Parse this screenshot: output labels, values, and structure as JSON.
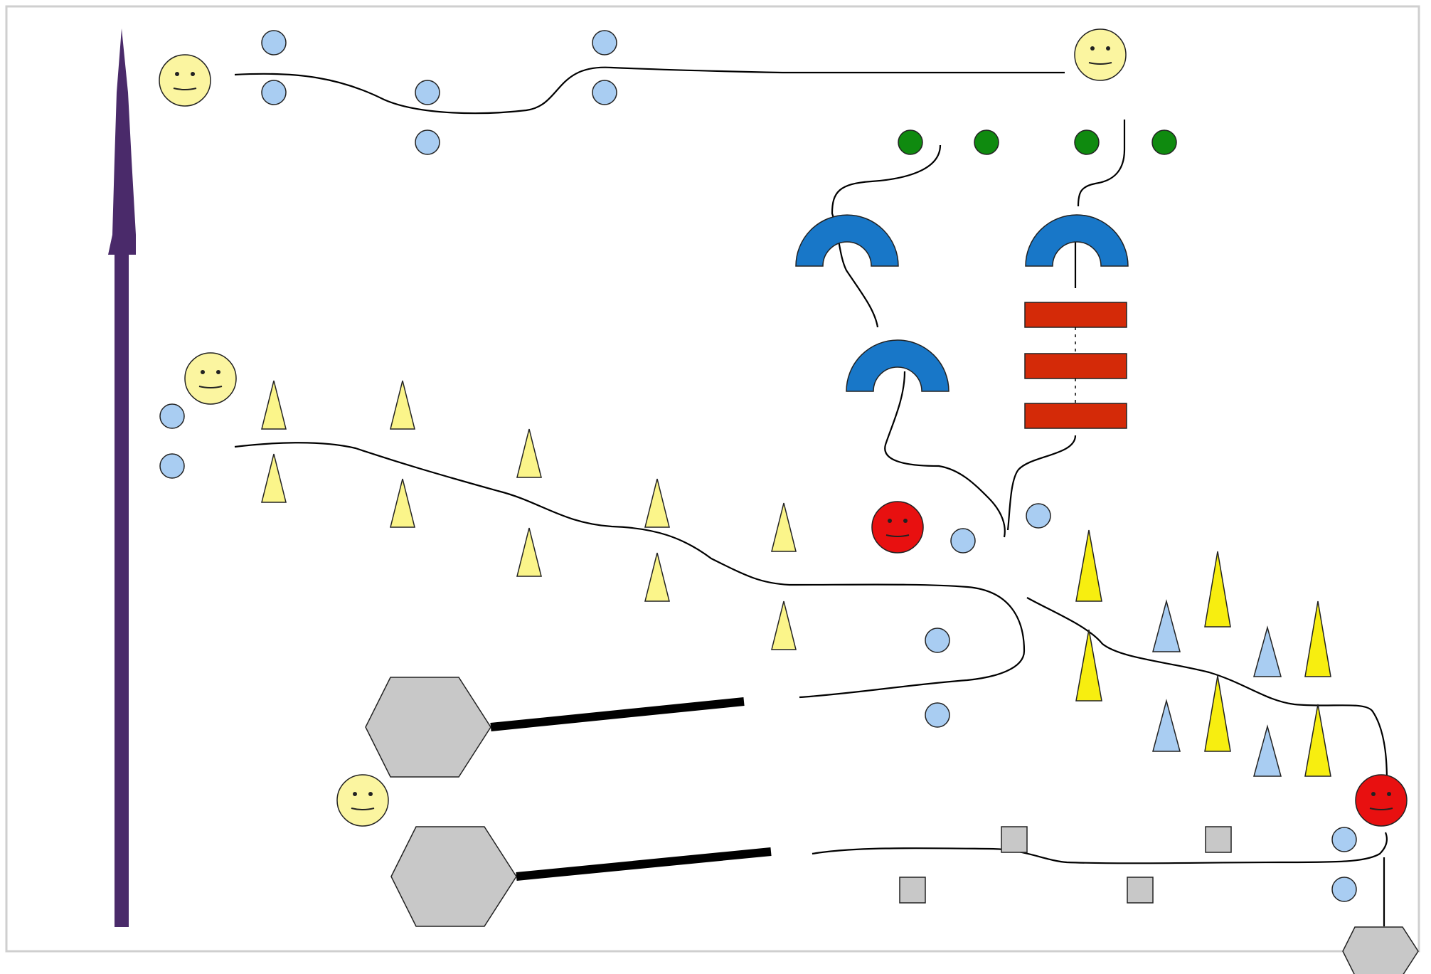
{
  "diagram": {
    "title": "",
    "colors": {
      "background": "#ffffff",
      "frame": "#cfcfcf",
      "smiley_yellow": "#fbf5a0",
      "smiley_red": "#e81010",
      "light_blue": "#a9cdf2",
      "dark_green": "#0f8a0f",
      "arch_blue": "#1877c8",
      "red_bar": "#d42a08",
      "triangle_yellow": "#fbf58a",
      "triangle_bright_yellow": "#f7ee10",
      "triangle_blue": "#a9cdf2",
      "gray": "#c8c8c8",
      "spire_purple": "#4a2a6a",
      "line": "#000000"
    },
    "legend": [],
    "shape_kinds": [
      "smiley-face",
      "light-blue-circle",
      "green-dot",
      "blue-arch",
      "red-bar",
      "triangle",
      "gray-hexagon",
      "gray-square",
      "purple-spire",
      "connector-line"
    ]
  }
}
